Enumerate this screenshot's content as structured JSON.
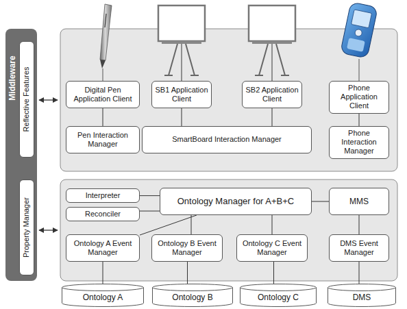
{
  "diagram": {
    "nodes": [
      {
        "text": [
          "Middleware"
        ]
      },
      {
        "text": [
          "Reflective Features"
        ],
        "in": 0
      },
      {
        "text": [
          "Property Manager"
        ],
        "in": 0
      },
      {
        "text": [
          "Digital Pen Application Client"
        ]
      },
      {
        "text": [
          "SB1 Application Client"
        ]
      },
      {
        "text": [
          "SB2 Application Client"
        ]
      },
      {
        "text": [
          "Phone Application Client"
        ]
      },
      {
        "text": [
          "Pen Interaction Manager"
        ]
      },
      {
        "text": [
          "SmartBoard Interaction Manager"
        ]
      },
      {
        "text": [
          "Phone Interaction Manager"
        ]
      },
      {
        "text": [
          "Interpreter"
        ]
      },
      {
        "text": [
          "Reconciler"
        ]
      },
      {
        "text": [
          "Ontology Manager for A+B+C"
        ]
      },
      {
        "text": [
          "MMS"
        ]
      },
      {
        "text": [
          "Ontology A Event Manager"
        ]
      },
      {
        "text": [
          "Ontology B Event Manager"
        ]
      },
      {
        "text": [
          "Ontology C Event Manager"
        ]
      },
      {
        "text": [
          "DMS Event Manager"
        ]
      },
      {
        "text": [
          "Ontology A"
        ]
      },
      {
        "text": [
          "Ontology B"
        ]
      },
      {
        "text": [
          "Ontology C"
        ]
      },
      {
        "text": [
          "DMS"
        ]
      }
    ],
    "edges": [
      {
        "from": 3,
        "to": 7,
        "arrow": "none"
      },
      {
        "from": 4,
        "to": 8,
        "arrow": "none"
      },
      {
        "from": 5,
        "to": 8,
        "arrow": "none"
      },
      {
        "from": 6,
        "to": 9,
        "arrow": "none"
      },
      {
        "from": 10,
        "to": 12,
        "arrow": "none"
      },
      {
        "from": 11,
        "to": 12,
        "arrow": "none"
      },
      {
        "from": 12,
        "to": 13,
        "arrow": "none"
      },
      {
        "from": 12,
        "to": 14,
        "arrow": "none"
      },
      {
        "from": 12,
        "to": 15,
        "arrow": "none"
      },
      {
        "from": 12,
        "to": 16,
        "arrow": "none"
      },
      {
        "from": 13,
        "to": 17,
        "arrow": "none"
      },
      {
        "from": 14,
        "to": 18,
        "arrow": "none"
      },
      {
        "from": 15,
        "to": 19,
        "arrow": "none"
      },
      {
        "from": 16,
        "to": 20,
        "arrow": "none"
      },
      {
        "from": 17,
        "to": 21,
        "arrow": "none"
      }
    ]
  }
}
